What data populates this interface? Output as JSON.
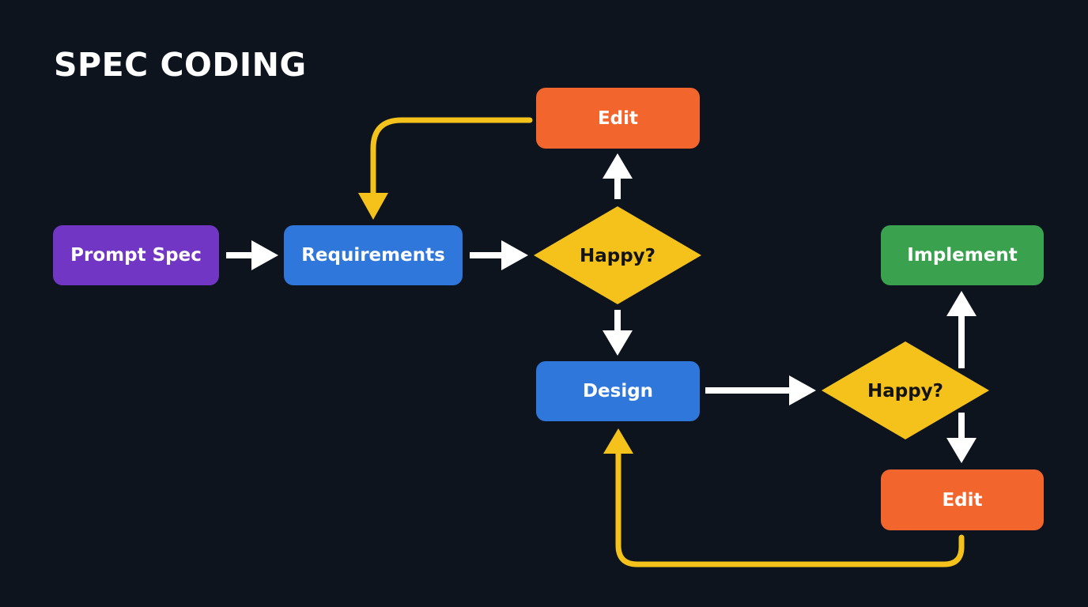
{
  "title": "SPEC CODING",
  "nodes": {
    "prompt_spec": "Prompt Spec",
    "requirements": "Requirements",
    "happy_1": "Happy?",
    "edit_1": "Edit",
    "design": "Design",
    "happy_2": "Happy?",
    "implement": "Implement",
    "edit_2": "Edit"
  },
  "colors": {
    "background": "#0d141d",
    "purple": "#7136c4",
    "blue": "#2f77da",
    "orange": "#f2652d",
    "green": "#3aa24f",
    "decision": "#f5c21c",
    "loop_arrow": "#f5c21c",
    "arrow": "#ffffff"
  },
  "edges": [
    {
      "from": "Prompt Spec",
      "to": "Requirements"
    },
    {
      "from": "Requirements",
      "to": "Happy?"
    },
    {
      "from": "Happy?",
      "to": "Edit"
    },
    {
      "from": "Edit",
      "to": "Requirements"
    },
    {
      "from": "Happy?",
      "to": "Design"
    },
    {
      "from": "Design",
      "to": "Happy?"
    },
    {
      "from": "Happy?",
      "to": "Implement"
    },
    {
      "from": "Happy?",
      "to": "Edit"
    },
    {
      "from": "Edit",
      "to": "Design"
    }
  ]
}
